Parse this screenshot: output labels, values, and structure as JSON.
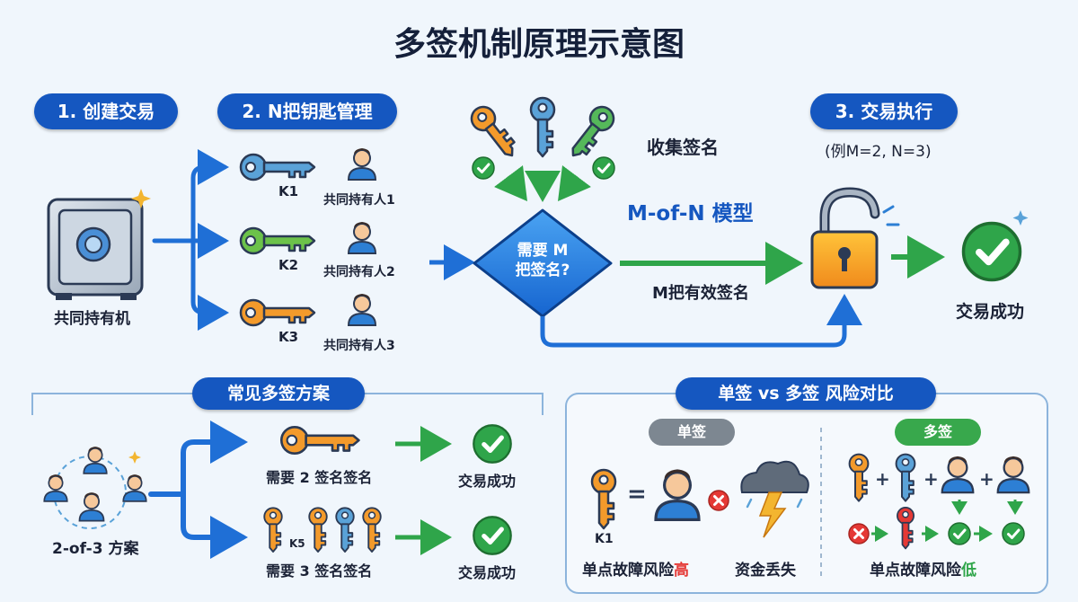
{
  "title": "多签机制原理示意图",
  "steps": {
    "create": "1. 创建交易",
    "manage": "2. N把钥匙管理",
    "execute": "3. 交易执行",
    "execute_example": "(例M=2, N=3)"
  },
  "vault_label": "共同持有机",
  "keys": [
    {
      "id": "K1",
      "owner": "共同持有人1",
      "color": "#5aa2d8"
    },
    {
      "id": "K2",
      "owner": "共同持有人2",
      "color": "#6cc24a"
    },
    {
      "id": "K3",
      "owner": "共同持有人3",
      "color": "#f39a2b"
    }
  ],
  "collect_label": "收集签名",
  "model_label": "M-of-N 模型",
  "diamond_text": [
    "需要 M",
    "把签名?"
  ],
  "valid_sig_label": "M把有效签名",
  "success_label": "交易成功",
  "schemes": {
    "title": "常见多签方案",
    "scheme_label": "2-of-3 方案",
    "rows": [
      {
        "text": "需要 2 签名签名",
        "result": "交易成功"
      },
      {
        "text": "需要 3 签名签名",
        "result": "交易成功",
        "key_tag": "K5"
      }
    ]
  },
  "compare": {
    "title": "单签 vs 多签 风险对比",
    "single": {
      "tag": "单签",
      "key_label": "K1",
      "risk_prefix": "单点故障风险",
      "risk_level": "高",
      "loss": "资金丢失"
    },
    "multi": {
      "tag": "多签",
      "risk_prefix": "单点故障风险",
      "risk_level": "低"
    }
  },
  "colors": {
    "primary": "#1557c0",
    "green": "#2fa54a",
    "red": "#e53935",
    "orange": "#f39a2b",
    "gray_tag": "#7d8791",
    "multi_tag": "#38a84c"
  }
}
